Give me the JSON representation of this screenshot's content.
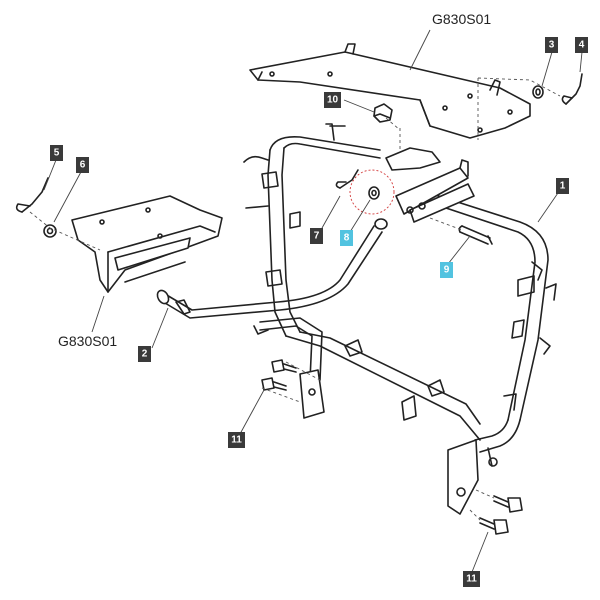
{
  "ref_labels": {
    "top": "G830S01",
    "left": "G830S01"
  },
  "callouts": [
    {
      "id": "c1",
      "label": "1",
      "highlight": false
    },
    {
      "id": "c2",
      "label": "2",
      "highlight": false
    },
    {
      "id": "c3",
      "label": "3",
      "highlight": false
    },
    {
      "id": "c4",
      "label": "4",
      "highlight": false
    },
    {
      "id": "c5",
      "label": "5",
      "highlight": false
    },
    {
      "id": "c6",
      "label": "6",
      "highlight": false
    },
    {
      "id": "c7",
      "label": "7",
      "highlight": false
    },
    {
      "id": "c8",
      "label": "8",
      "highlight": true
    },
    {
      "id": "c9",
      "label": "9",
      "highlight": true
    },
    {
      "id": "c10",
      "label": "10",
      "highlight": false
    },
    {
      "id": "c11a",
      "label": "11",
      "highlight": false
    },
    {
      "id": "c11b",
      "label": "11",
      "highlight": false
    }
  ],
  "colors": {
    "callout_dark": "#3a3a3a",
    "callout_highlight": "#52c3e0",
    "line": "#222222",
    "focus_circle": "#d23a3a"
  }
}
